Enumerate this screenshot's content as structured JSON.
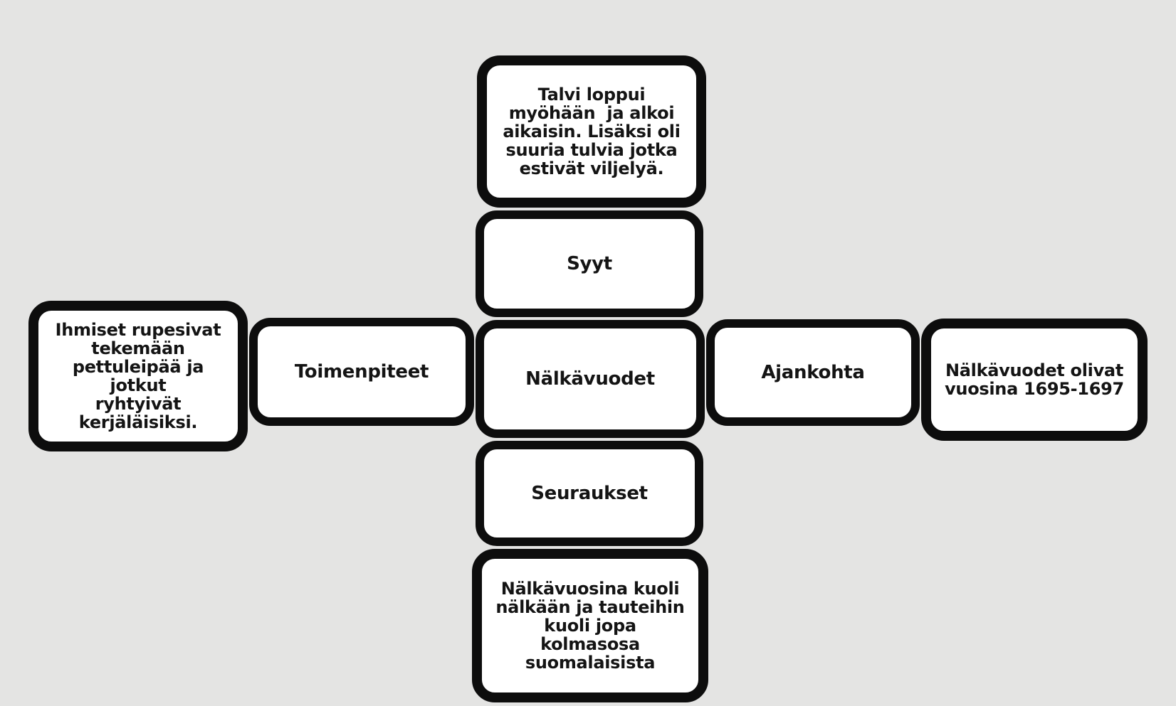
{
  "app": {
    "name": "mind-map-canvas",
    "background_color": "#e4e4e3",
    "box_fill_color": "#ffffff",
    "box_border_color": "#0d0d0d",
    "text_color": "#141414"
  },
  "diagram": {
    "topic": "Nälkävuodet",
    "center": {
      "label": "Nälkävuodet"
    },
    "syyt": {
      "label": "Syyt"
    },
    "toimenpiteet": {
      "label": "Toimenpiteet"
    },
    "ajankohta": {
      "label": "Ajankohta"
    },
    "seuraukset": {
      "label": "Seuraukset"
    },
    "cause_detail": {
      "text": "Talvi loppui\nmyöhään  ja alkoi\naikaisin. Lisäksi oli\nsuuria tulvia jotka\nestivät viljelyä."
    },
    "toimenpide_detail": {
      "text": "Ihmiset rupesivat\ntekemään\npettuleipää ja jotkut\nryhtyivät\nkerjäläisiksi."
    },
    "ajankohta_detail": {
      "text": "Nälkävuodet olivat\nvuosina 1695-1697"
    },
    "seuraus_detail": {
      "text": "Nälkävuosina kuoli\nnälkään ja tauteihin\nkuoli jopa\nkolmasosa\nsuomalaisista"
    }
  }
}
